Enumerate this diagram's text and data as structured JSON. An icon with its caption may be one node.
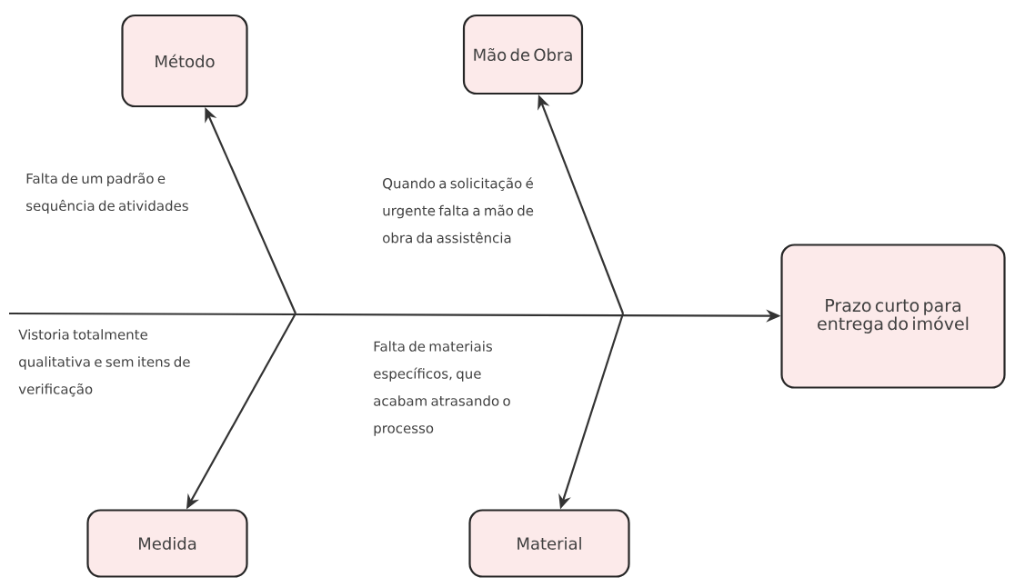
{
  "diagram": {
    "nodes": [
      {
        "text": [
          "Método"
        ]
      },
      {
        "text": [
          "Mão de Obra"
        ]
      },
      {
        "text": [
          "Prazo curto para entrega do imóvel"
        ]
      },
      {
        "text": [
          "Medida"
        ]
      },
      {
        "text": [
          "Material"
        ]
      }
    ],
    "edges": [
      {
        "from": null,
        "to": 2,
        "arrow": "to"
      },
      {
        "from": null,
        "to": 0,
        "arrow": "to"
      },
      {
        "from": null,
        "to": 1,
        "arrow": "to"
      },
      {
        "from": null,
        "to": 3,
        "arrow": "to"
      },
      {
        "from": null,
        "to": 4,
        "arrow": "to"
      }
    ],
    "labels": [
      "Falta de um padrão e sequência de atividades",
      "Quando a solicitação é urgente falta a mão de obra da assistência",
      "Vistoria totalmente qualitativa e sem itens de verificação",
      "Falta de materiais específicos, que acabam atrasando o processo"
    ]
  }
}
